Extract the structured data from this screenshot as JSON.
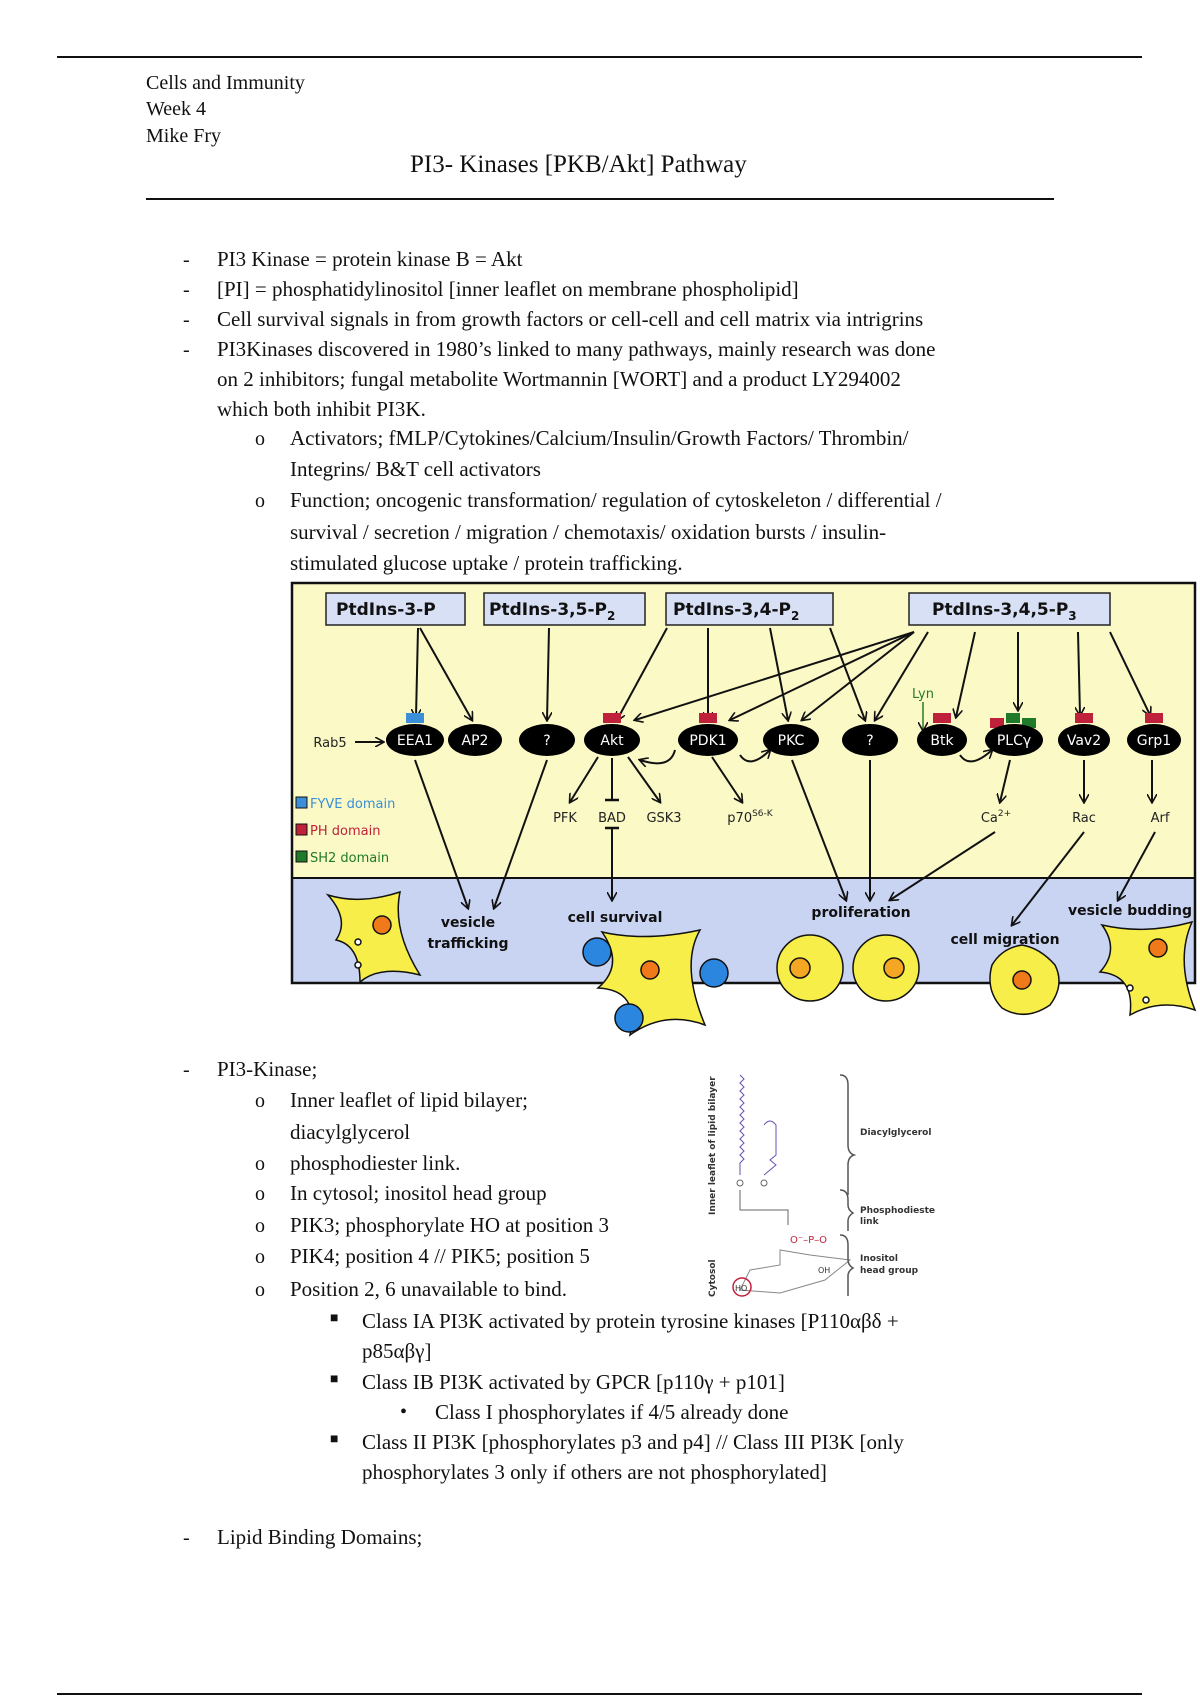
{
  "header": {
    "course": "Cells and Immunity",
    "week": "Week 4",
    "author": "Mike Fry",
    "title": "PI3- Kinases [PKB/Akt] Pathway"
  },
  "bullets": [
    "PI3 Kinase = protein kinase B = Akt",
    "[PI] = phosphatidylinositol [inner leaflet on membrane phospholipid]",
    "Cell survival signals in from growth factors or cell-cell and cell matrix via intrigrins",
    "PI3Kinases discovered in 1980’s linked to many pathways, mainly research was done",
    "on 2 inhibitors; fungal metabolite Wortmannin [WORT] and a product LY294002",
    "which both inhibit PI3K."
  ],
  "sub_bullets": [
    "Activators; fMLP/Cytokines/Calcium/Insulin/Growth Factors/ Thrombin/",
    "Integrins/ B&T cell activators",
    "Function; oncogenic transformation/ regulation of cytoskeleton / differential /",
    "survival / secretion / migration / chemotaxis/ oxidation bursts / insulin-",
    "stimulated glucose uptake / protein trafficking."
  ],
  "diagram": {
    "lipids": [
      {
        "main": "PtdIns-3-P",
        "sub": ""
      },
      {
        "main": "PtdIns-3,5-P",
        "sub": "2"
      },
      {
        "main": "PtdIns-3,4-P",
        "sub": "2"
      },
      {
        "main": "PtdIns-3,4,5-P",
        "sub": "3"
      }
    ],
    "nodes": [
      "EEA1",
      "AP2",
      "?",
      "Akt",
      "PDK1",
      "PKC",
      "?",
      "Btk",
      "PLCγ",
      "Vav2",
      "Grp1"
    ],
    "rab5": "Rab5",
    "lyn": "Lyn",
    "targets": {
      "pfk": "PFK",
      "bad": "BAD",
      "gsk3": "GSK3",
      "p70": "p70",
      "p70_sup": "S6-K",
      "ca": "Ca",
      "ca_sup": "2+",
      "rac": "Rac",
      "arf": "Arf"
    },
    "legend": [
      {
        "label": "FYVE  domain",
        "color": "#3a8fd8"
      },
      {
        "label": "PH  domain",
        "color": "#c0213a"
      },
      {
        "label": "SH2  domain",
        "color": "#1f7a2a"
      }
    ],
    "outcomes": {
      "vesicle": "vesicle",
      "trafficking": "trafficking",
      "survival": "cell   survival",
      "proliferation": "proliferation",
      "migration": "cell  migration",
      "budding": "vesicle   budding"
    }
  },
  "pi3k": {
    "heading": "PI3-Kinase;",
    "items": [
      "Inner leaflet of lipid bilayer;",
      "diacylglycerol",
      "phosphodiester link.",
      "In cytosol; inositol head group",
      "PIK3; phosphorylate HO at position 3",
      "PIK4; position 4 // PIK5; position 5",
      "Position 2, 6 unavailable to bind."
    ],
    "classes": [
      "Class IA PI3K activated by protein tyrosine kinases [P110αβδ +",
      "p85αβγ]",
      "Class IB PI3K activated by GPCR [p110γ + p101]",
      "Class I phosphorylates if 4/5 already done",
      "Class II PI3K [phosphorylates p3 and p4] // Class III PI3K [only",
      "phosphorylates 3 only if others are not phosphorylated]"
    ]
  },
  "structure": {
    "inner_leaflet": "Inner leaflet of lipid bilayer",
    "cytosol": "Cytosol",
    "diacylglycerol": "Diacylglycerol",
    "phospho1": "Phosphodieste",
    "phospho2": "link",
    "inositol1": "Inositol",
    "inositol2": "head group",
    "ho": "HO",
    "oh": "OH"
  },
  "lipid_binding": "Lipid Binding Domains;"
}
